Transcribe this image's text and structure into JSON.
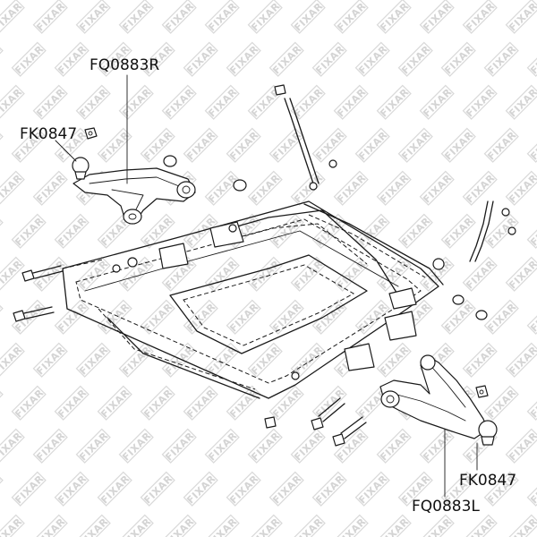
{
  "watermark": {
    "text": "FIXAR"
  },
  "callouts": {
    "upper_arm_right": "FQ0883R",
    "ball_joint_right": "FK0847",
    "ball_joint_left": "FK0847",
    "lower_arm_left": "FQ0883L"
  },
  "colors": {
    "ink": "#1a1a1a",
    "watermark": "#d4d4d4",
    "background": "#ffffff"
  }
}
